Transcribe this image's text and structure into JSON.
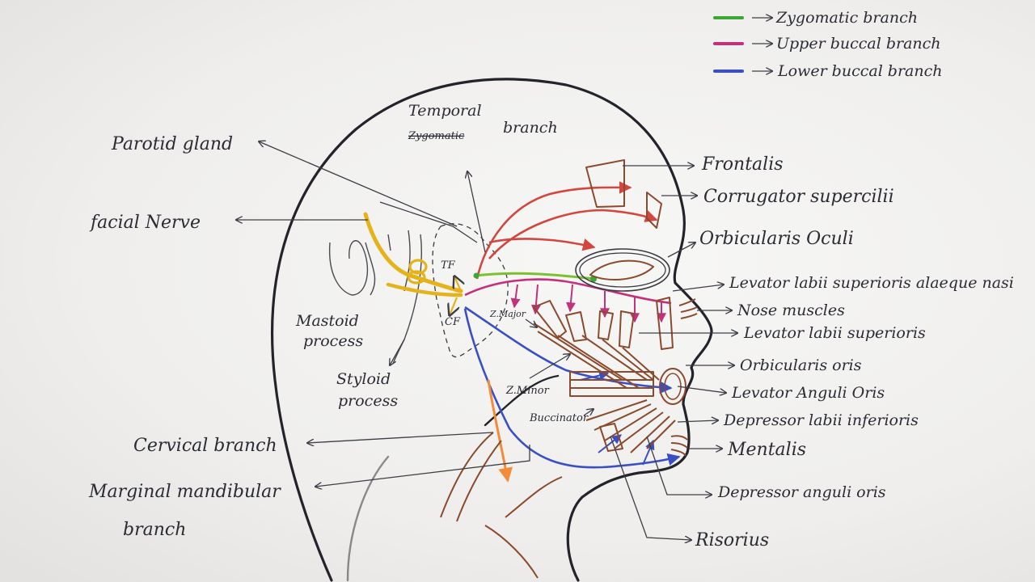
{
  "legend": {
    "items": [
      {
        "color": "#3aa832",
        "label": "Zygomatic branch"
      },
      {
        "color": "#c2317a",
        "label": "Upper buccal branch"
      },
      {
        "color": "#3b4fc4",
        "label": "Lower buccal branch"
      }
    ]
  },
  "labels": {
    "temporal_line1": "Temporal",
    "temporal_struck": "Zygomatic",
    "temporal_line2": "branch",
    "parotid_gland": "Parotid gland",
    "facial_nerve": "facial Nerve",
    "mastoid_line1": "Mastoid",
    "mastoid_line2": "process",
    "styloid_line1": "Styloid",
    "styloid_line2": "process",
    "cervical_branch": "Cervical branch",
    "marginal_line1": "Marginal mandibular",
    "marginal_line2": "branch",
    "frontalis": "Frontalis",
    "corrugator": "Corrugator supercilii",
    "orbicularis_oculi": "Orbicularis Oculi",
    "levator_alaeque": "Levator labii superioris alaeque nasi",
    "nose_muscles": "Nose muscles",
    "levator_labii": "Levator labii superioris",
    "orbicularis_oris": "Orbicularis oris",
    "levator_anguli": "Levator Anguli Oris",
    "depressor_labii": "Depressor labii inferioris",
    "mentalis": "Mentalis",
    "depressor_anguli": "Depressor anguli oris",
    "risorius": "Risorius",
    "tf": "TF",
    "cf": "CF",
    "z_major": "Z.Major",
    "z_minor": "Z.Minor",
    "buccinator": "Buccinator"
  },
  "colors": {
    "temporal": "#d2463f",
    "zygomatic": "#7cc02f",
    "upper_buccal": "#c2317a",
    "lower_buccal": "#3b4fc4",
    "cervical": "#f28c3a",
    "facial_nerve": "#e5b21a",
    "muscle": "#8a4a2e"
  }
}
